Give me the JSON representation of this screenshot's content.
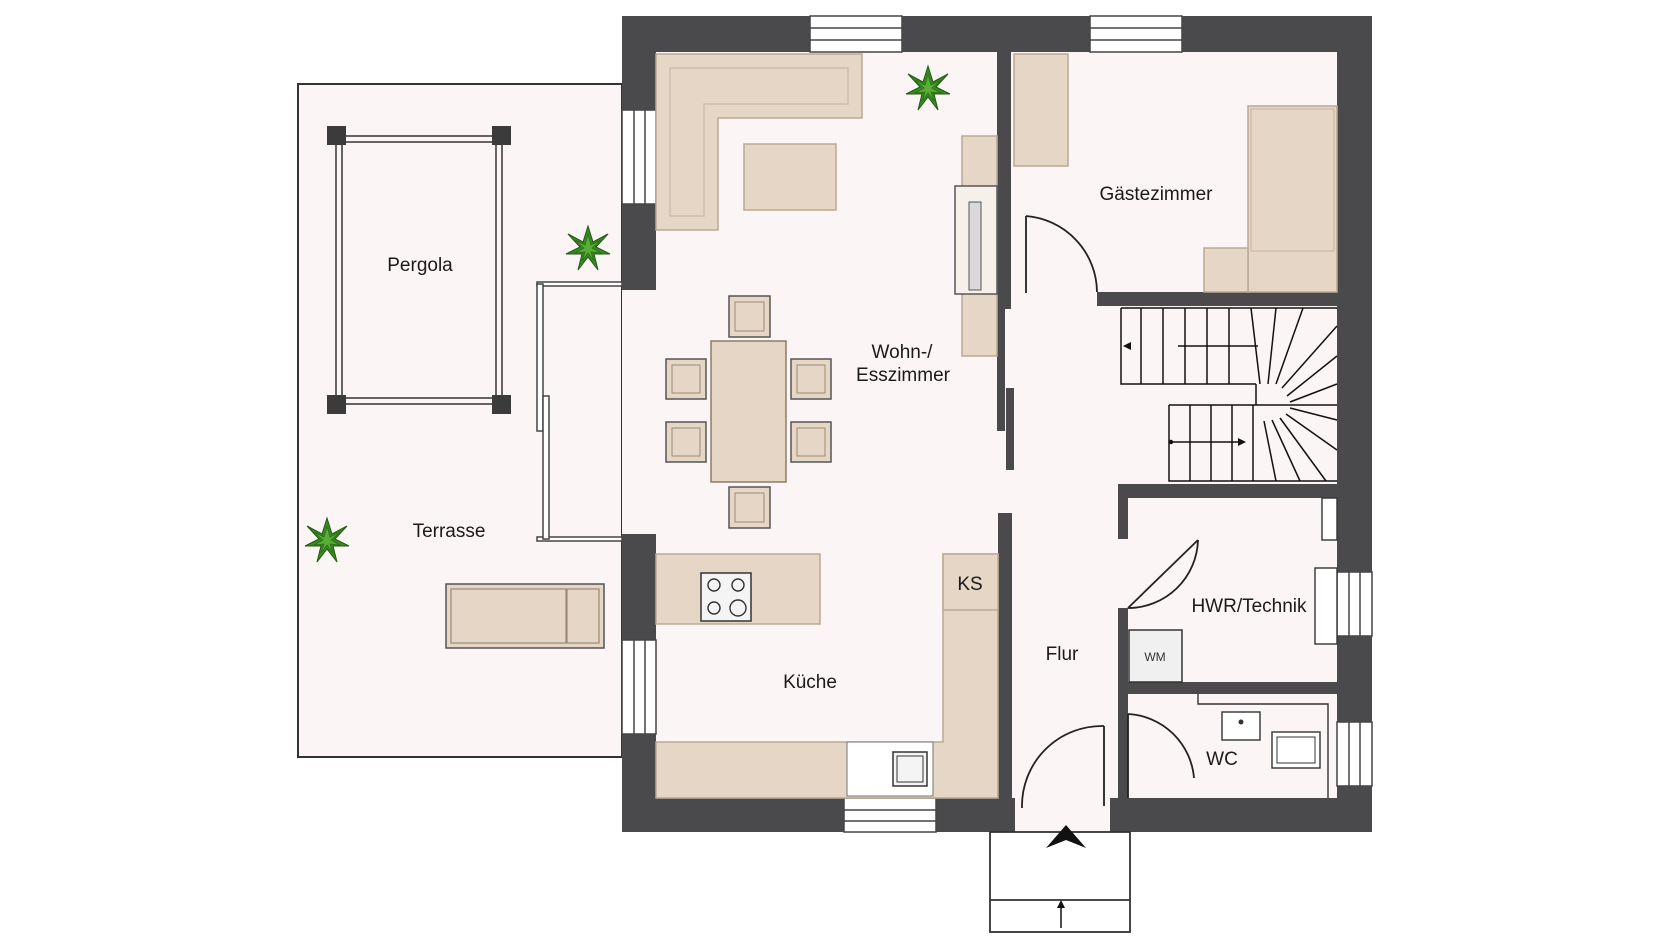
{
  "rooms": {
    "pergola": "Pergola",
    "terrasse": "Terrasse",
    "wohn_line1": "Wohn-/",
    "wohn_line2": "Esszimmer",
    "gaestezimmer": "Gästezimmer",
    "kueche": "Küche",
    "flur": "Flur",
    "hwr": "HWR/Technik",
    "wc": "WC"
  },
  "fixtures": {
    "ks": "KS",
    "wm": "WM"
  },
  "colors": {
    "wall": "#4a4a4c",
    "floor": "#fcf5f5",
    "furniture": "#e6d6c6",
    "furniture_stroke": "#b9a894",
    "plant": "#2f7d1f",
    "window": "#ffffff"
  }
}
